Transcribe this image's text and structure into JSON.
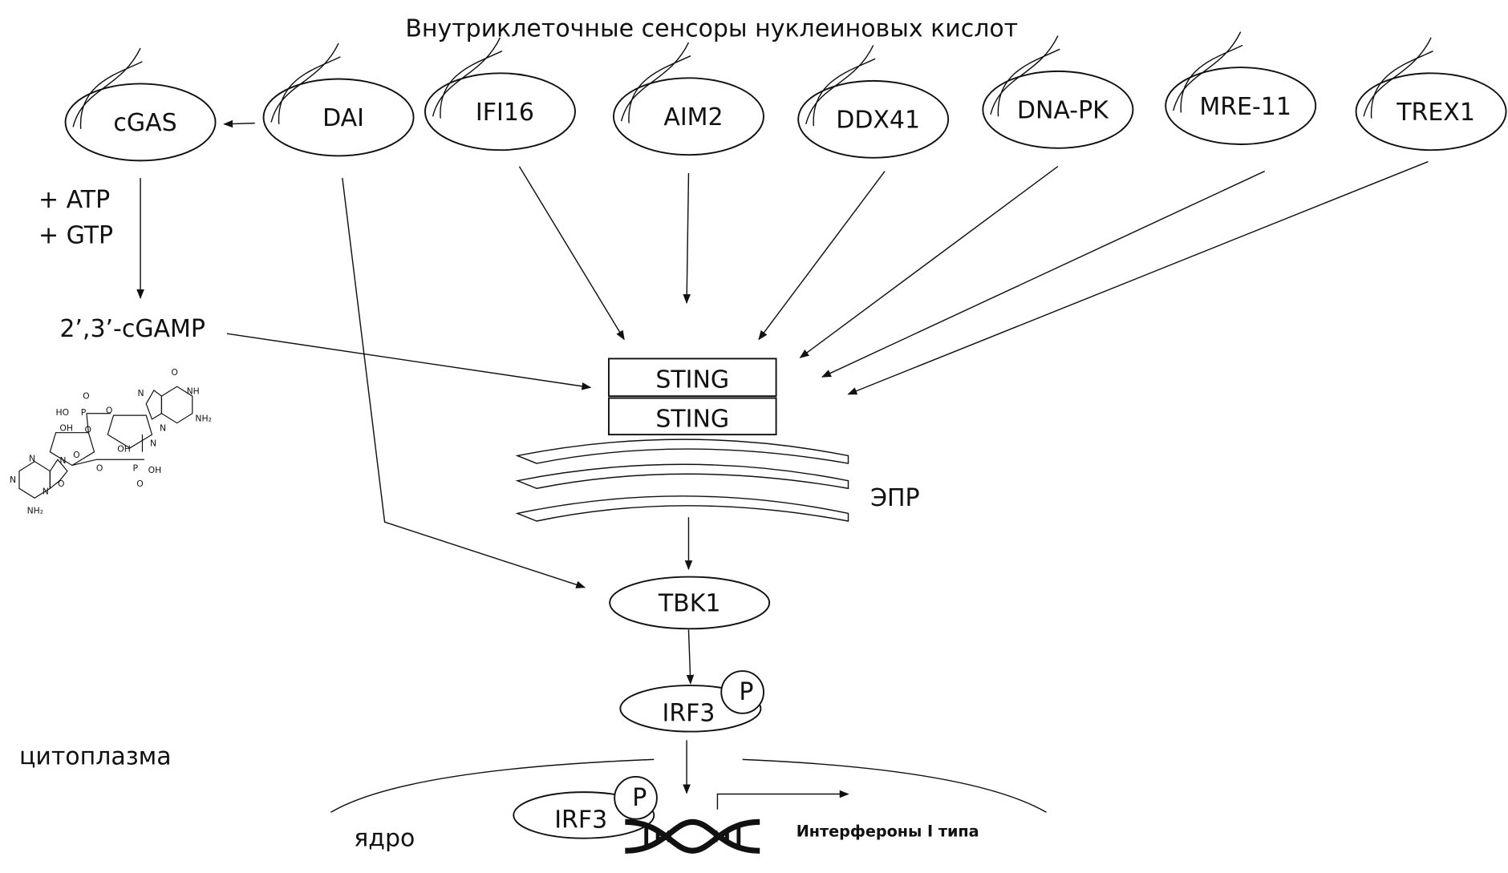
{
  "title": "Внутриклеточные сенсоры нуклеиновых кислот",
  "sensors": [
    "cGAS",
    "DAI",
    "IFI16",
    "AIM2",
    "DDX41",
    "DNA-PK",
    "MRE-11",
    "TREX1"
  ],
  "substrates": [
    "+ ATP",
    "+ GTP"
  ],
  "second_messenger": "2’,3’-cGAMP",
  "sting": [
    "STING",
    "STING"
  ],
  "er_label": "ЭПР",
  "tbk1": "TBK1",
  "irf3": "IRF3",
  "phospho": "P",
  "cytoplasm_label": "цитоплазма",
  "nucleus_label": "ядро",
  "output_label": "Интерфероны I типа",
  "structure_labels": [
    "O",
    "NH",
    "NH₂",
    "N",
    "N",
    "N",
    "HO",
    "P",
    "O",
    "O",
    "OH",
    "O",
    "O",
    "OH",
    "N",
    "N",
    "N",
    "O",
    "O",
    "P",
    "OH",
    "O",
    "N",
    "NH₂"
  ]
}
